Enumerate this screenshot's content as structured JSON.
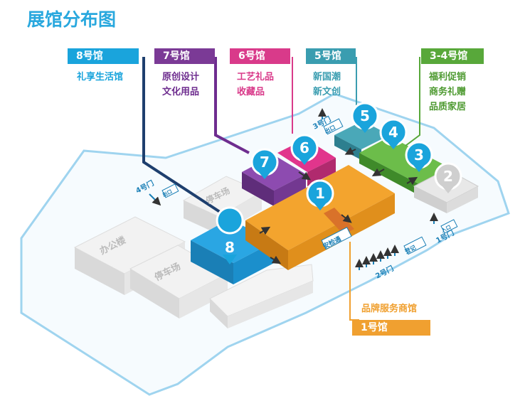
{
  "title": "展馆分布图",
  "halls": {
    "h8": {
      "tag": "8号馆",
      "lines": [
        "礼享生活馆"
      ],
      "color": "#1aa4dc",
      "pin": "8"
    },
    "h7": {
      "tag": "7号馆",
      "lines": [
        "原创设计",
        "文化用品"
      ],
      "color": "#7b3a96",
      "pin": "7"
    },
    "h6": {
      "tag": "6号馆",
      "lines": [
        "工艺礼品",
        "收藏品"
      ],
      "color": "#d93a8a",
      "pin": "6"
    },
    "h5": {
      "tag": "5号馆",
      "lines": [
        "新国潮",
        "新文创"
      ],
      "color": "#3a9db0",
      "pin": "5"
    },
    "h34": {
      "tag": "3-4号馆",
      "lines": [
        "福利促销",
        "商务礼赠",
        "品质家居"
      ],
      "color": "#58a83a",
      "pin3": "3",
      "pin4": "4"
    },
    "h1": {
      "tag": "1号馆",
      "lines": [
        "品牌服务商馆"
      ],
      "color": "#f0a030",
      "pin": "1"
    },
    "h2": {
      "pin": "2"
    }
  },
  "buildings": {
    "office": "办公楼",
    "parking_left": "停车场",
    "parking_top": "停车场"
  },
  "gates": {
    "g1": "1号门",
    "g2": "2号门",
    "g3": "3号门",
    "g4": "4号门"
  },
  "labels": {
    "security": "安检通",
    "registration": "登记",
    "exit": "出口",
    "entrance": "入口",
    "gate4_tag": "出口"
  }
}
